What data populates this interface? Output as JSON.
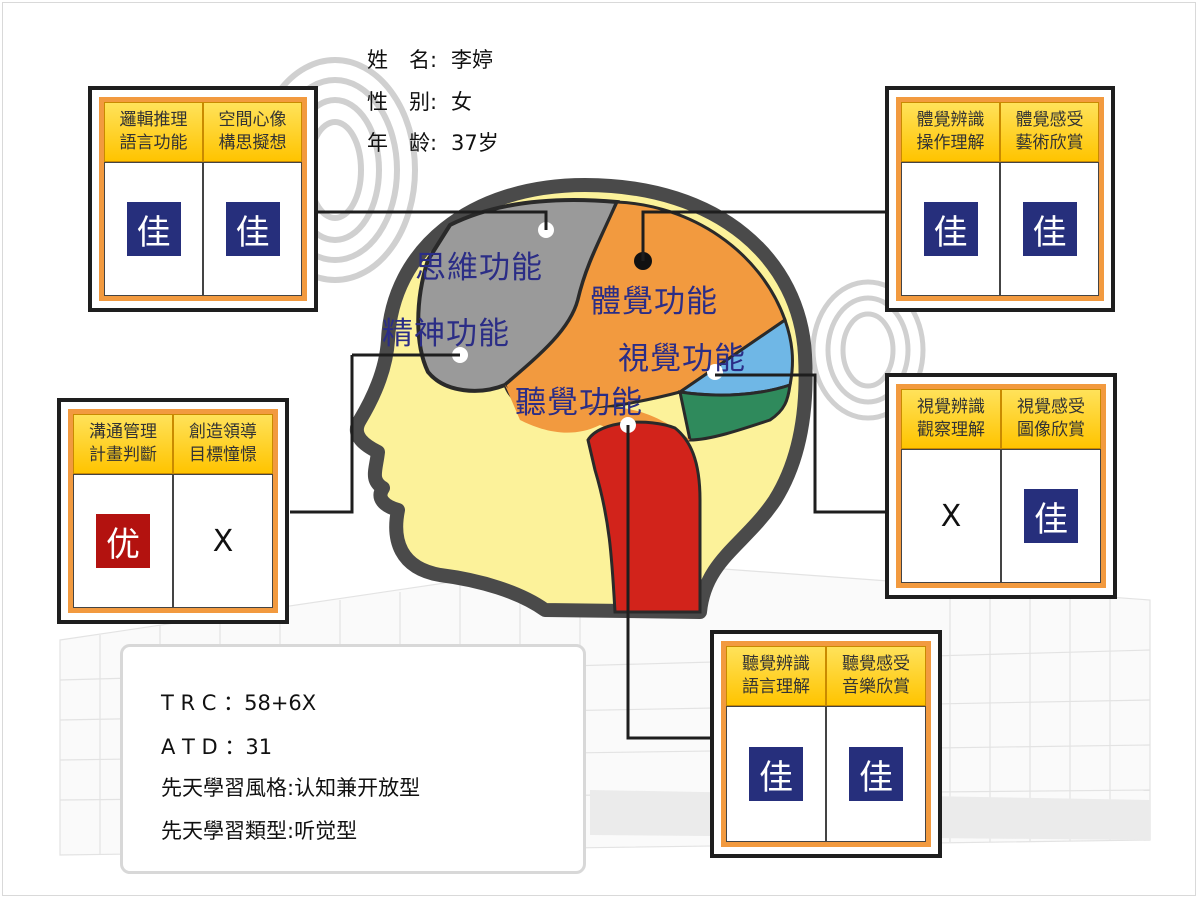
{
  "profile": {
    "name_label": "姓　名:",
    "name_value": "李婷",
    "gender_label": "性　别:",
    "gender_value": "女",
    "age_label": "年　龄:",
    "age_value": "37岁"
  },
  "regions": {
    "thinking": "思維功能",
    "mental": "精神功能",
    "body": "體覺功能",
    "visual": "視覺功能",
    "auditory": "聽覺功能"
  },
  "boxes": [
    {
      "id": "top-left",
      "headers": [
        [
          "邏輯推理",
          "語言功能"
        ],
        [
          "空間心像",
          "構思擬想"
        ]
      ],
      "marks": [
        "佳",
        "佳"
      ],
      "styles": [
        "navy",
        "navy"
      ]
    },
    {
      "id": "top-right",
      "headers": [
        [
          "體覺辨識",
          "操作理解"
        ],
        [
          "體覺感受",
          "藝術欣賞"
        ]
      ],
      "marks": [
        "佳",
        "佳"
      ],
      "styles": [
        "navy",
        "navy"
      ]
    },
    {
      "id": "mid-left",
      "headers": [
        [
          "溝通管理",
          "計畫判斷"
        ],
        [
          "創造領導",
          "目標憧憬"
        ]
      ],
      "marks": [
        "优",
        "X"
      ],
      "styles": [
        "red",
        "x"
      ]
    },
    {
      "id": "mid-right",
      "headers": [
        [
          "視覺辨識",
          "觀察理解"
        ],
        [
          "視覺感受",
          "圖像欣賞"
        ]
      ],
      "marks": [
        "X",
        "佳"
      ],
      "styles": [
        "x",
        "navy"
      ]
    },
    {
      "id": "bottom",
      "headers": [
        [
          "聽覺辨識",
          "語言理解"
        ],
        [
          "聽覺感受",
          "音樂欣賞"
        ]
      ],
      "marks": [
        "佳",
        "佳"
      ],
      "styles": [
        "navy",
        "navy"
      ]
    }
  ],
  "summary": {
    "trc_label": "T R C ：",
    "trc_value": "58+6X",
    "atd_label": "A T D ：",
    "atd_value": "31",
    "style_label": "先天學習風格:",
    "style_value": "认知兼开放型",
    "type_label": "先天學習類型:",
    "type_value": "听觉型"
  },
  "colors": {
    "navy": "#262f7c",
    "red": "#b3120f",
    "orange": "#f29a3f",
    "yellow": "#ffd21f",
    "head": "#fcf29a",
    "gray": "#9a9a9a",
    "blue": "#6fb7e6",
    "green": "#2f8a5c",
    "brainstem": "#d2231b"
  }
}
